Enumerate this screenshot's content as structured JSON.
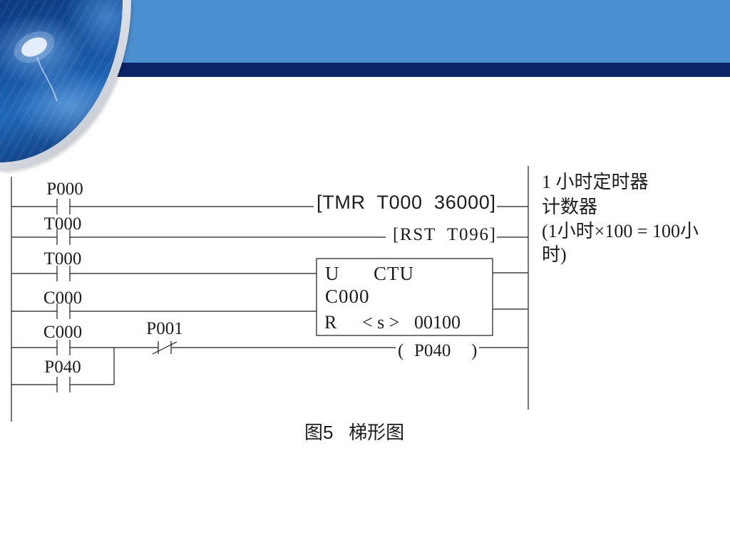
{
  "theme": {
    "header_blue": "#4b90d1",
    "header_navy": "#0b2566",
    "ink": "#1c1c1c"
  },
  "ladder": {
    "contacts": [
      "P000",
      "T000",
      "T000",
      "C000",
      "C000",
      "P040"
    ],
    "nc_contact": "P001",
    "timer_instruction": "[TMR  T000  36000]",
    "reset_instruction": "[RST  T096]",
    "counter": {
      "up_input": "U",
      "type": "CTU",
      "name": "C000",
      "reset_input": "R",
      "preset_marker": "< s >",
      "preset_value": "00100"
    },
    "coil": {
      "open": "(",
      "name": "P040",
      "close": ")"
    }
  },
  "note": {
    "lines": [
      "1 小时定时器",
      "计数器",
      "(1小时×100 = 100小",
      "时)"
    ]
  },
  "caption": "图5   梯形图"
}
